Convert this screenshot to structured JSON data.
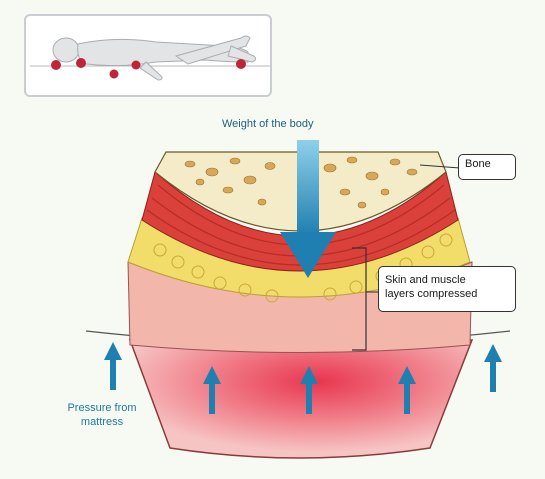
{
  "labels": {
    "weight": "Weight of the body",
    "bone": "Bone",
    "skin_muscle_line1": "Skin and muscle",
    "skin_muscle_line2": "layers compressed",
    "pressure_line1": "Pressure from",
    "pressure_line2": "mattress"
  },
  "colors": {
    "arrow_blue": "#1f7fb0",
    "bone": "#f4ecc8",
    "muscle": "#d9413a",
    "fat": "#f2dc6a",
    "skin": "#f1b5a8",
    "pressure_point": "#c0243a"
  }
}
